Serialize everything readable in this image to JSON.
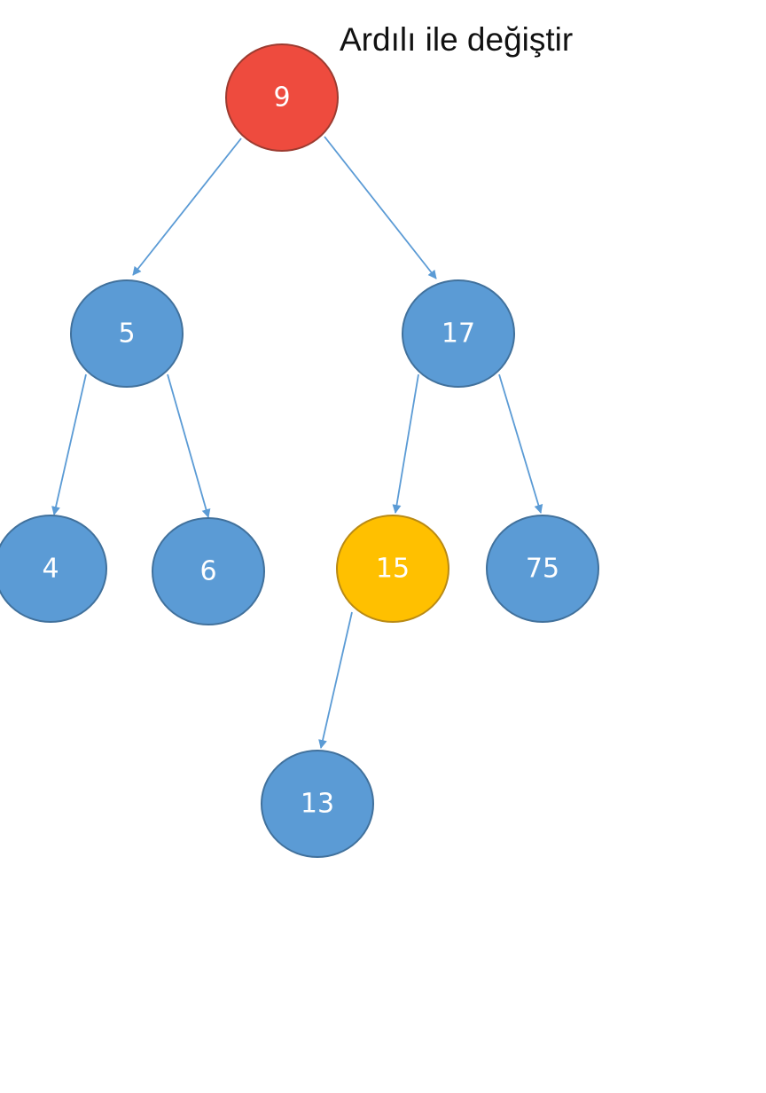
{
  "caption": "Ardılı ile değiştir",
  "colors": {
    "default_node": "#5b9bd5",
    "default_border": "#41719c",
    "removed_node": "#ee4b3e",
    "removed_border": "#9c3b30",
    "successor_node": "#ffc000",
    "successor_border": "#b98a14",
    "edge": "#5b9bd5",
    "label": "#ffffff"
  },
  "nodes": [
    {
      "id": "n9",
      "label": "9",
      "role": "removed"
    },
    {
      "id": "n5",
      "label": "5",
      "role": "default"
    },
    {
      "id": "n17",
      "label": "17",
      "role": "default"
    },
    {
      "id": "n4",
      "label": "4",
      "role": "default"
    },
    {
      "id": "n6",
      "label": "6",
      "role": "default"
    },
    {
      "id": "n15",
      "label": "15",
      "role": "successor"
    },
    {
      "id": "n75",
      "label": "75",
      "role": "default"
    },
    {
      "id": "n13",
      "label": "13",
      "role": "default"
    }
  ],
  "edges": [
    {
      "from": "n9",
      "to": "n5"
    },
    {
      "from": "n9",
      "to": "n17"
    },
    {
      "from": "n5",
      "to": "n4"
    },
    {
      "from": "n5",
      "to": "n6"
    },
    {
      "from": "n17",
      "to": "n15"
    },
    {
      "from": "n17",
      "to": "n75"
    },
    {
      "from": "n15",
      "to": "n13"
    }
  ]
}
